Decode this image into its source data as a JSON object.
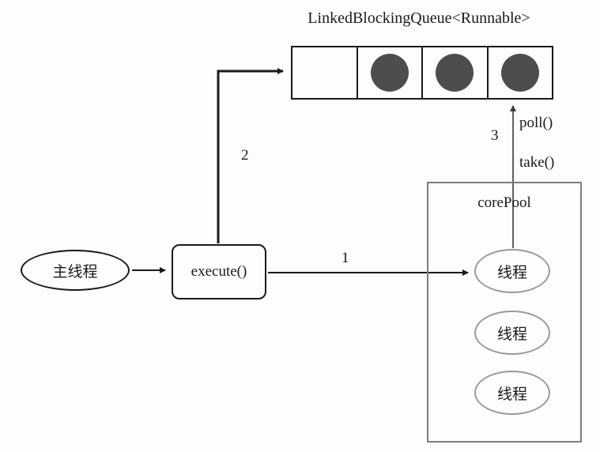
{
  "title": "LinkedBlockingQueue<Runnable>",
  "queue": {
    "cells": [
      {
        "filled": false
      },
      {
        "filled": true
      },
      {
        "filled": true
      },
      {
        "filled": true
      }
    ]
  },
  "labels": {
    "poll": "poll()",
    "take": "take()",
    "step1": "1",
    "step2": "2",
    "step3": "3"
  },
  "core_pool": {
    "label": "corePool",
    "threads": [
      "线程",
      "线程",
      "线程"
    ]
  },
  "main_thread": {
    "label": "主线程"
  },
  "execute": {
    "label": "execute()"
  },
  "colors": {
    "line": "#1a1a1a",
    "queue_task_fill": "#4d4d4d",
    "pool_border": "#7d7d7d",
    "thread_border": "#9a9a9a",
    "background": "#fdfdfd"
  }
}
